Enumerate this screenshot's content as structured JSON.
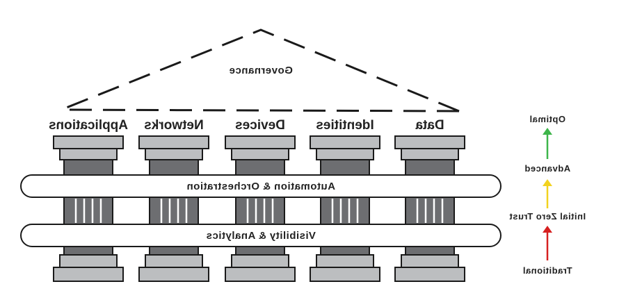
{
  "roof": {
    "label": "Governance"
  },
  "pillars": [
    {
      "label": "Data"
    },
    {
      "label": "Identities"
    },
    {
      "label": "Devices"
    },
    {
      "label": "Networks"
    },
    {
      "label": "Applications"
    }
  ],
  "bands": [
    {
      "label": "Automation & Orchestration"
    },
    {
      "label": "Visibility & Analytics"
    }
  ],
  "maturity": {
    "stages": [
      {
        "label": "Traditional"
      },
      {
        "label": "Initial Zero Trust"
      },
      {
        "label": "Advanced"
      },
      {
        "label": "Optimal"
      }
    ],
    "arrows": [
      {
        "name": "traditional-to-initial-arrow",
        "color": "#d62020"
      },
      {
        "name": "initial-to-advanced-arrow",
        "color": "#f2d21f"
      },
      {
        "name": "advanced-to-optimal-arrow",
        "color": "#3db54a"
      }
    ]
  },
  "colors": {
    "column": "#6d6e71",
    "capital": "#bcbec0",
    "outline": "#1a1a1a"
  }
}
